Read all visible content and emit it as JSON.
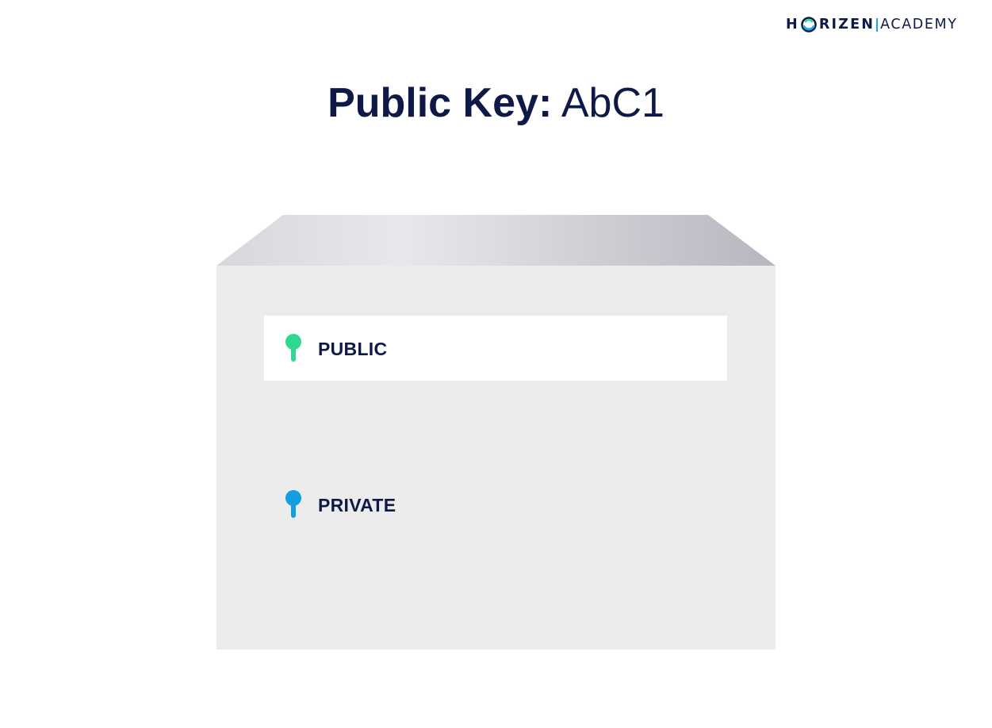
{
  "brand": {
    "name_left": "H",
    "name_right": "RIZEN",
    "academy": "ACADEMY",
    "logo_icon": "horizen-ring-icon",
    "colors": {
      "navy": "#0e1a45",
      "ring_blue": "#20a7e4",
      "ring_green": "#26db8d"
    }
  },
  "title": {
    "label": "Public Key:",
    "value": "AbC1"
  },
  "box": {
    "public_label": "PUBLIC",
    "private_label": "PRIVATE",
    "public_icon": "green-key-icon",
    "private_icon": "blue-key-icon",
    "public_color": "#2fd891",
    "private_color": "#139ee2"
  }
}
